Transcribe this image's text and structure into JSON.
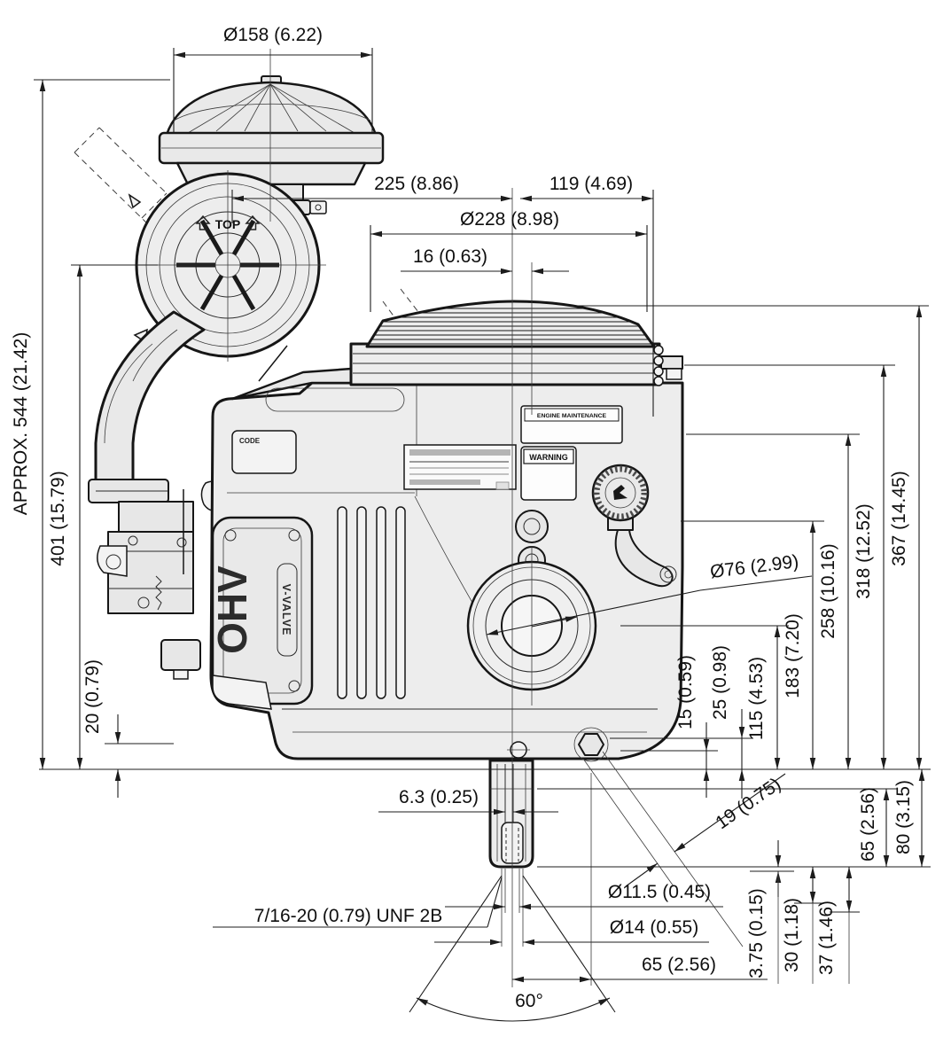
{
  "drawing": {
    "title": "engine-dimensional-drawing",
    "labels": {
      "top_marking": "TOP",
      "ohv": "OHV",
      "v_valve": "V-VALVE",
      "code": "CODE",
      "maintenance": "ENGINE MAINTENANCE",
      "warning": "WARNING"
    },
    "dims": {
      "air_cleaner_dia": "Ø158 (6.22)",
      "center_to_left": "225 (8.86)",
      "center_to_right": "119 (4.69)",
      "screen_dia": "Ø228 (8.98)",
      "center_offset": "16 (0.63)",
      "overall_height": "APPROX. 544 (21.42)",
      "duct_center_height": "401 (15.79)",
      "base_lip_height": "20 (0.79)",
      "h367": "367 (14.45)",
      "h318": "318 (12.52)",
      "h258": "258 (10.16)",
      "h183": "183 (7.20)",
      "h115": "115 (4.53)",
      "h25": "25 (0.98)",
      "h15": "15 (0.59)",
      "pto_boss_dia": "Ø76 (2.99)",
      "keyway_width": "6.3 (0.25)",
      "drain_size": "19 (0.75)",
      "tapped_hole": "7/16-20 (0.79) UNF 2B",
      "pilot_dia": "Ø11.5 (0.45)",
      "shaft_dia": "Ø14 (0.55)",
      "drain_offset": "65 (2.56)",
      "shaft_len_65": "65 (2.56)",
      "shaft_len_80": "80 (3.15)",
      "step_3_75": "3.75 (0.15)",
      "depth_30": "30 (1.18)",
      "depth_37": "37 (1.46)",
      "cone_angle": "60°"
    }
  }
}
